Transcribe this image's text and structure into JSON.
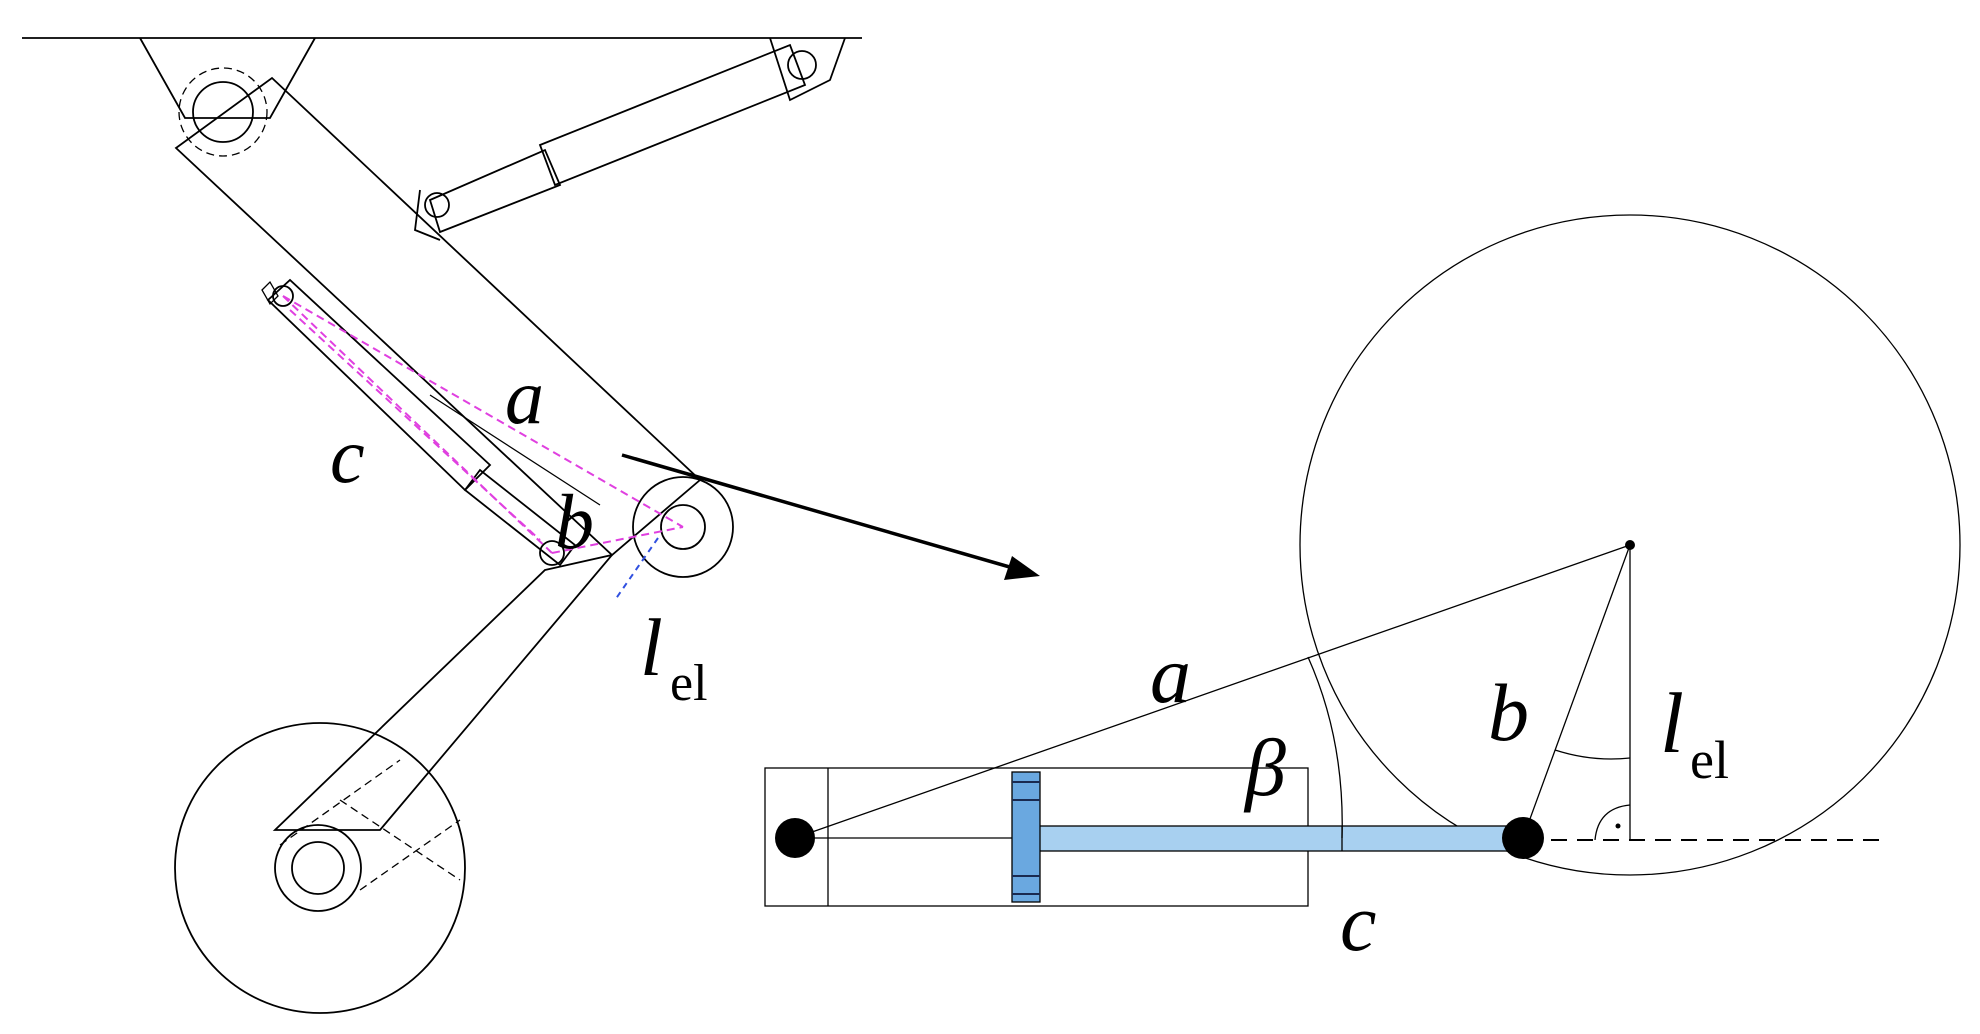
{
  "labels": {
    "left_a": "a",
    "left_b": "b",
    "left_c": "c",
    "left_l": "l",
    "left_l_sub": "el",
    "right_a": "a",
    "right_b": "b",
    "right_c": "c",
    "right_beta": "β",
    "right_l": "l",
    "right_l_sub": "el"
  },
  "colors": {
    "line": "#000000",
    "dashed_magenta": "#e040e0",
    "dashed_blue": "#3050e0",
    "rod_fill": "#a8d0f0",
    "piston_fill": "#6aa8e0"
  }
}
